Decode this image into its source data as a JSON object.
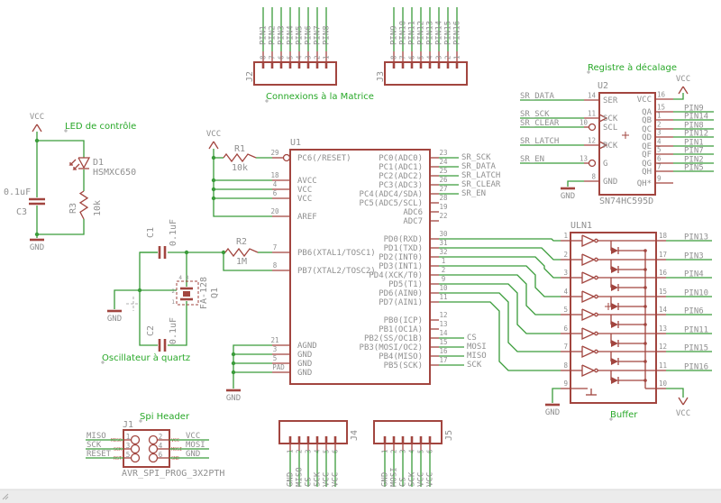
{
  "schematic": {
    "colors": {
      "wire_green": "#3a9c3a",
      "component_red": "#a2453f",
      "text_gray": "#8f8f8f",
      "label_green": "#28a828",
      "pin_name_red": "#c06055",
      "statusbar_gray": "#ececec",
      "background": "#ffffff"
    },
    "titles": {
      "matrix": "Connexions à la Matrice",
      "shift_register": "Registre à décalage",
      "led": "LED de contrôle",
      "oscillator": "Oscillateur à quartz",
      "spi": "Spi Header",
      "buffer": "Buffer"
    },
    "power": {
      "vcc": "VCC",
      "gnd": "GND"
    },
    "u1": {
      "ref": "U1",
      "left_pins": [
        {
          "num": "29",
          "name": "PC6(/RESET)"
        },
        {
          "num": "18",
          "name": "AVCC"
        },
        {
          "num": "4",
          "name": "VCC"
        },
        {
          "num": "6",
          "name": "VCC"
        },
        {
          "num": "20",
          "name": "AREF"
        },
        {
          "num": "7",
          "name": "PB6(XTAL1/TOSC1)"
        },
        {
          "num": "8",
          "name": "PB7(XTAL2/TOSC2)"
        },
        {
          "num": "21",
          "name": "AGND"
        },
        {
          "num": "3",
          "name": "GND"
        },
        {
          "num": "5",
          "name": "GND"
        },
        {
          "num": "PAD",
          "name": "GND"
        }
      ],
      "right_pins": [
        {
          "num": "23",
          "name": "PC0(ADC0)",
          "net": "SR_SCK"
        },
        {
          "num": "24",
          "name": "PC1(ADC1)",
          "net": "SR_DATA"
        },
        {
          "num": "25",
          "name": "PC2(ADC2)",
          "net": "SR_LATCH"
        },
        {
          "num": "26",
          "name": "PC3(ADC3)",
          "net": "SR_CLEAR"
        },
        {
          "num": "27",
          "name": "PC4(ADC4/SDA)",
          "net": "SR_EN"
        },
        {
          "num": "28",
          "name": "PC5(ADC5/SCL)"
        },
        {
          "num": "19",
          "name": "ADC6"
        },
        {
          "num": "22",
          "name": "ADC7"
        },
        {
          "num": "30",
          "name": "PD0(RXD)"
        },
        {
          "num": "31",
          "name": "PD1(TXD)"
        },
        {
          "num": "32",
          "name": "PD2(INT0)"
        },
        {
          "num": "1",
          "name": "PD3(INT1)"
        },
        {
          "num": "2",
          "name": "PD4(XCK/T0)"
        },
        {
          "num": "9",
          "name": "PD5(T1)"
        },
        {
          "num": "10",
          "name": "PD6(AIN0)"
        },
        {
          "num": "11",
          "name": "PD7(AIN1)"
        },
        {
          "num": "12",
          "name": "PB0(ICP)"
        },
        {
          "num": "13",
          "name": "PB1(OC1A)"
        },
        {
          "num": "14",
          "name": "PB2(SS/OC1B)",
          "net": "CS"
        },
        {
          "num": "15",
          "name": "PB3(MOSI/OC2)",
          "net": "MOSI"
        },
        {
          "num": "16",
          "name": "PB4(MISO)",
          "net": "MISO"
        },
        {
          "num": "17",
          "name": "PB5(SCK)",
          "net": "SCK"
        }
      ]
    },
    "u2": {
      "ref": "U2",
      "part": "SN74HC595D",
      "left_pins": [
        {
          "num": "14",
          "name": "SER",
          "net": "SR_DATA"
        },
        {
          "num": "11",
          "name": "SCK",
          "net": "SR_SCK",
          "clock": true
        },
        {
          "num": "10",
          "name": "SCL",
          "net": "SR_CLEAR",
          "invert": true
        },
        {
          "num": "12",
          "name": "RCK",
          "net": "SR_LATCH",
          "clock": true
        },
        {
          "num": "13",
          "name": "G",
          "net": "SR_EN",
          "invert": true
        },
        {
          "num": "8",
          "name": "GND"
        }
      ],
      "right_pins": [
        {
          "num": "16",
          "name": "VCC"
        },
        {
          "num": "15",
          "name": "QA",
          "net": "PIN9"
        },
        {
          "num": "1",
          "name": "QB",
          "net": "PIN14"
        },
        {
          "num": "2",
          "name": "QC",
          "net": "PIN8"
        },
        {
          "num": "3",
          "name": "QD",
          "net": "PIN12"
        },
        {
          "num": "4",
          "name": "QE",
          "net": "PIN1"
        },
        {
          "num": "5",
          "name": "QF",
          "net": "PIN7"
        },
        {
          "num": "6",
          "name": "QG",
          "net": "PIN2"
        },
        {
          "num": "7",
          "name": "QH",
          "net": "PIN5"
        },
        {
          "num": "9",
          "name": "QH*"
        }
      ]
    },
    "uln1": {
      "ref": "ULN1",
      "left_nums": [
        "1",
        "2",
        "3",
        "4",
        "5",
        "6",
        "7",
        "8",
        "9"
      ],
      "right_pins": [
        {
          "num": "18",
          "net": "PIN13"
        },
        {
          "num": "17",
          "net": "PIN3"
        },
        {
          "num": "16",
          "net": "PIN4"
        },
        {
          "num": "15",
          "net": "PIN10"
        },
        {
          "num": "14",
          "net": "PIN6"
        },
        {
          "num": "13",
          "net": "PIN11"
        },
        {
          "num": "12",
          "net": "PIN15"
        },
        {
          "num": "11",
          "net": "PIN16"
        },
        {
          "num": "10"
        }
      ]
    },
    "j2": {
      "ref": "J2",
      "nums": [
        "8",
        "7",
        "6",
        "5",
        "4",
        "3",
        "2",
        "1"
      ],
      "nets": [
        "PIN1",
        "PIN2",
        "PIN3",
        "PIN4",
        "PIN5",
        "PIN6",
        "PIN7",
        "PIN8"
      ]
    },
    "j3": {
      "ref": "J3",
      "nums": [
        "8",
        "7",
        "6",
        "5",
        "4",
        "3",
        "2",
        "1"
      ],
      "nets": [
        "PIN9",
        "PIN10",
        "PIN11",
        "PIN12",
        "PIN13",
        "PIN14",
        "PIN15",
        "PIN16"
      ]
    },
    "j1": {
      "ref": "J1",
      "part": "AVR_SPI_PROG_3X2PTH",
      "rows": [
        {
          "lnet": "MISO",
          "lnum": "1",
          "lpin": "MISO",
          "rnum": "2",
          "rpin": "VCC",
          "rnet": "VCC"
        },
        {
          "lnet": "SCK",
          "lnum": "3",
          "lpin": "SCK",
          "rnum": "4",
          "rpin": "MOSI",
          "rnet": "MOSI"
        },
        {
          "lnet": "RESET",
          "lnum": "5",
          "lpin": "RST",
          "rnum": "6",
          "rpin": "GND",
          "rnet": "GND"
        }
      ]
    },
    "j4": {
      "ref": "J4",
      "nums": [
        "1",
        "2",
        "3",
        "4",
        "5",
        "6"
      ],
      "nets": [
        "GND",
        "MISO",
        "CS",
        "SCK",
        "VCC",
        "VCC"
      ]
    },
    "j5": {
      "ref": "J5",
      "nums": [
        "1",
        "2",
        "3",
        "4",
        "5",
        "6"
      ],
      "nets": [
        "GND",
        "MOSI",
        "CS",
        "SCK",
        "VCC",
        "VCC"
      ]
    },
    "parts": {
      "r1": {
        "ref": "R1",
        "value": "10k"
      },
      "r2": {
        "ref": "R2",
        "value": "1M"
      },
      "r3": {
        "ref": "R3",
        "value": "10k"
      },
      "c1": {
        "ref": "C1",
        "value": "0.1uF"
      },
      "c2": {
        "ref": "C2",
        "value": "0.1uF"
      },
      "c3": {
        "ref": "C3",
        "value": "0.1uF"
      },
      "d1": {
        "ref": "D1",
        "value": "HSMXC650"
      },
      "q1": {
        "ref": "Q1",
        "value": "FA-128",
        "pins": [
          "4",
          "3",
          "2",
          "1"
        ]
      }
    }
  }
}
